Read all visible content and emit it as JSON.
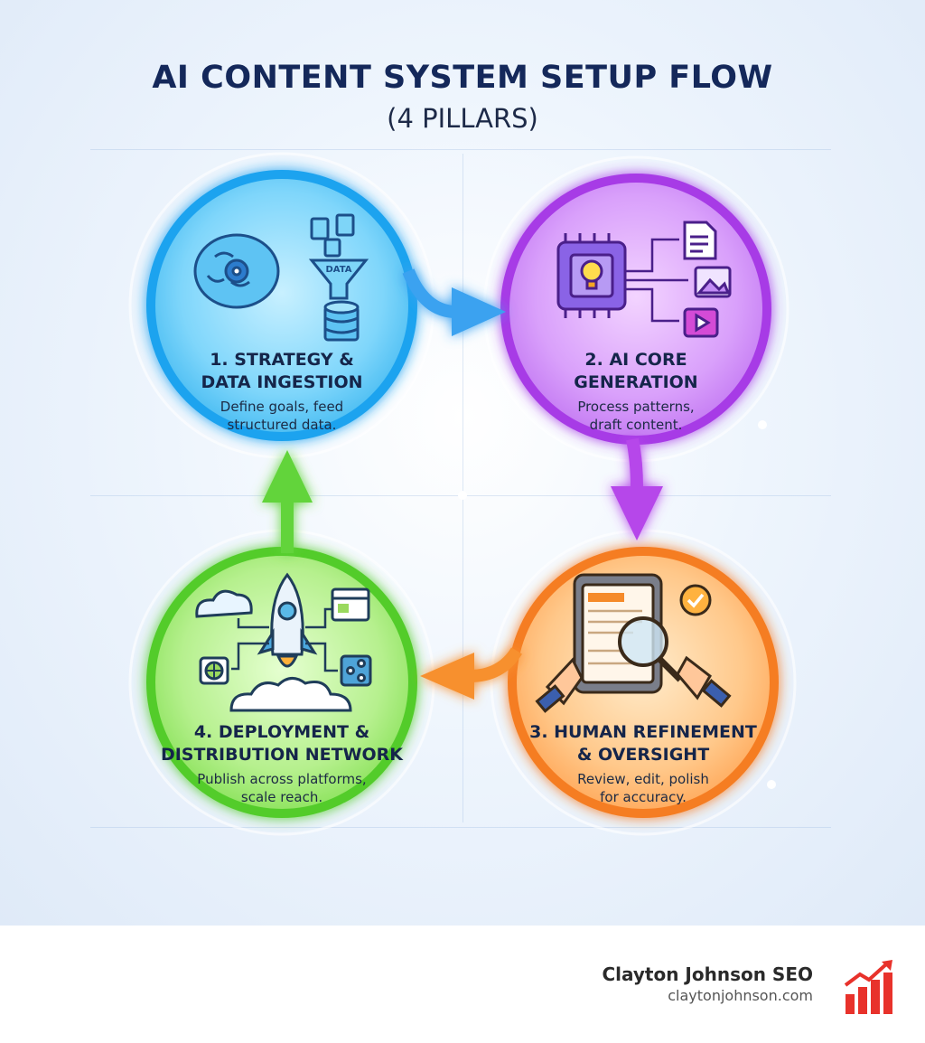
{
  "title": "AI CONTENT SYSTEM SETUP FLOW",
  "subtitle": "(4 PILLARS)",
  "pillars": [
    {
      "title": "1. STRATEGY &\nDATA INGESTION",
      "description": "Define goals, feed\nstructured data.",
      "icon_label": "DATA",
      "color": "#2fb4ef"
    },
    {
      "title": "2. AI CORE\nGENERATION",
      "description": "Process patterns,\ndraft content.",
      "color": "#b44ae6"
    },
    {
      "title": "3. HUMAN REFINEMENT\n& OVERSIGHT",
      "description": "Review, edit, polish\nfor accuracy.",
      "color": "#f58a2a"
    },
    {
      "title": "4. DEPLOYMENT &\nDISTRIBUTION NETWORK",
      "description": "Publish across platforms,\nscale reach.",
      "color": "#5fd23a"
    }
  ],
  "footer": {
    "brand": "Clayton Johnson SEO",
    "url": "claytonjohnson.com",
    "logo_color": "#e8322b"
  }
}
